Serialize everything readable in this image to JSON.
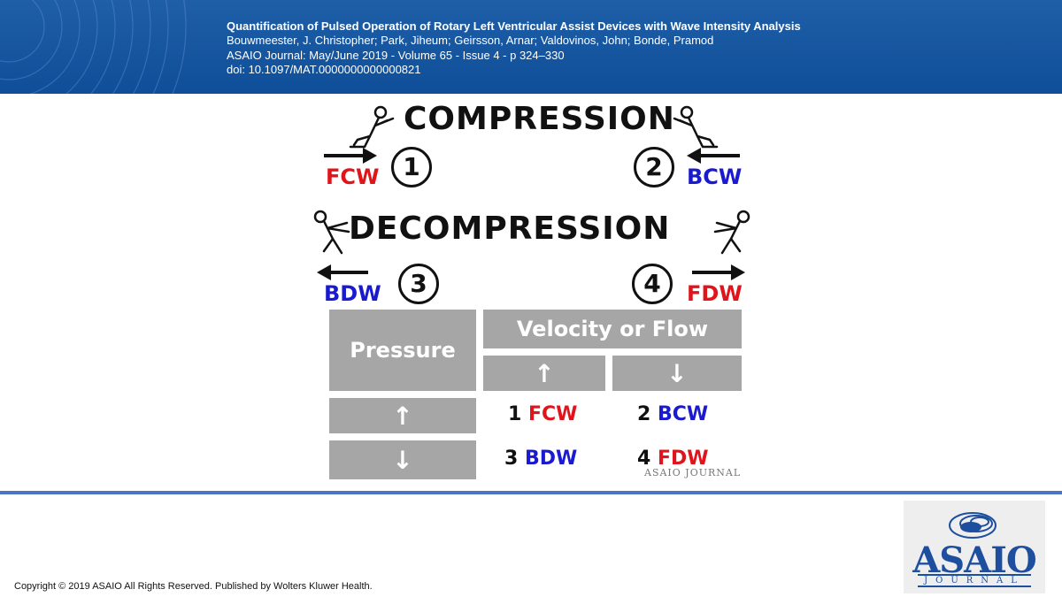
{
  "header": {
    "title": "Quantification of Pulsed Operation of Rotary Left Ventricular Assist Devices with Wave Intensity Analysis",
    "authors": "Bouwmeester, J. Christopher; Park, Jiheum; Geirsson, Arnar; Valdovinos, John; Bonde, Pramod",
    "journal": "ASAIO Journal: May/June 2019 - Volume 65 - Issue 4 - p 324–330",
    "doi": "doi: 10.1097/MAT.0000000000000821"
  },
  "figure": {
    "compression": "COMPRESSION",
    "decompression": "DECOMPRESSION",
    "waves": {
      "w1": {
        "num": "1",
        "label": "FCW"
      },
      "w2": {
        "num": "2",
        "label": "BCW"
      },
      "w3": {
        "num": "3",
        "label": "BDW"
      },
      "w4": {
        "num": "4",
        "label": "FDW"
      }
    },
    "table": {
      "pressure": "Pressure",
      "velocity": "Velocity or Flow",
      "up": "↑",
      "down": "↓",
      "r1c1_num": "1",
      "r1c1_label": "FCW",
      "r1c2_num": "2",
      "r1c2_label": "BCW",
      "r2c1_num": "3",
      "r2c1_label": "BDW",
      "r2c2_num": "4",
      "r2c2_label": "FDW"
    },
    "watermark": "ASAIO JOURNAL",
    "colors": {
      "forward_compression": "#e0141b",
      "backward": "#1a1ad0",
      "table_gray": "#a6a6a6"
    }
  },
  "footer": {
    "copyright": "Copyright © 2019  ASAIO All Rights Reserved. Published by Wolters Kluwer Health.",
    "logo_word": "ASAIO",
    "logo_sub": "JOURNAL"
  }
}
